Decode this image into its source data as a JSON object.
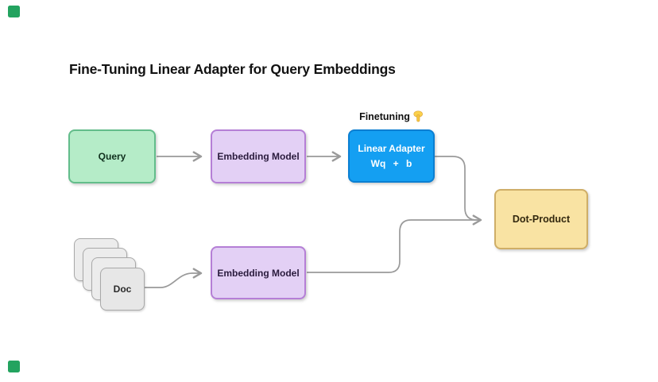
{
  "title": "Fine-Tuning Linear Adapter for Query Embeddings",
  "annotation": {
    "finetuning_label": "Finetuning",
    "pointer_icon": "backhand-index-pointing-down-emoji"
  },
  "nodes": {
    "query": {
      "label": "Query",
      "fill": "#b5ecc8",
      "border": "#63bd8b"
    },
    "embedding_model_top": {
      "label": "Embedding Model",
      "fill": "#e3d0f5",
      "border": "#b57fd6"
    },
    "linear_adapter": {
      "label": "Linear Adapter",
      "sublabel": "Wq + b",
      "fill": "#149ff2",
      "border": "#0b7fd2",
      "text_color": "#ffffff"
    },
    "dot_product": {
      "label": "Dot-Product",
      "fill": "#f9e3a3",
      "border": "#cfae67"
    },
    "doc_stack": {
      "label": "Doc",
      "card_count": 4,
      "fill": "#e9e9e9",
      "border": "#a9a9a9"
    },
    "embedding_model_bottom": {
      "label": "Embedding Model",
      "fill": "#e3d0f5",
      "border": "#b57fd6"
    }
  },
  "connectors": {
    "color": "#9a9a9a",
    "links": [
      "query -> embedding_model_top",
      "embedding_model_top -> linear_adapter",
      "linear_adapter -> dot_product",
      "doc_stack -> embedding_model_bottom",
      "embedding_model_bottom -> dot_product"
    ]
  },
  "decor": {
    "corner_square_color": "#23a35f"
  }
}
